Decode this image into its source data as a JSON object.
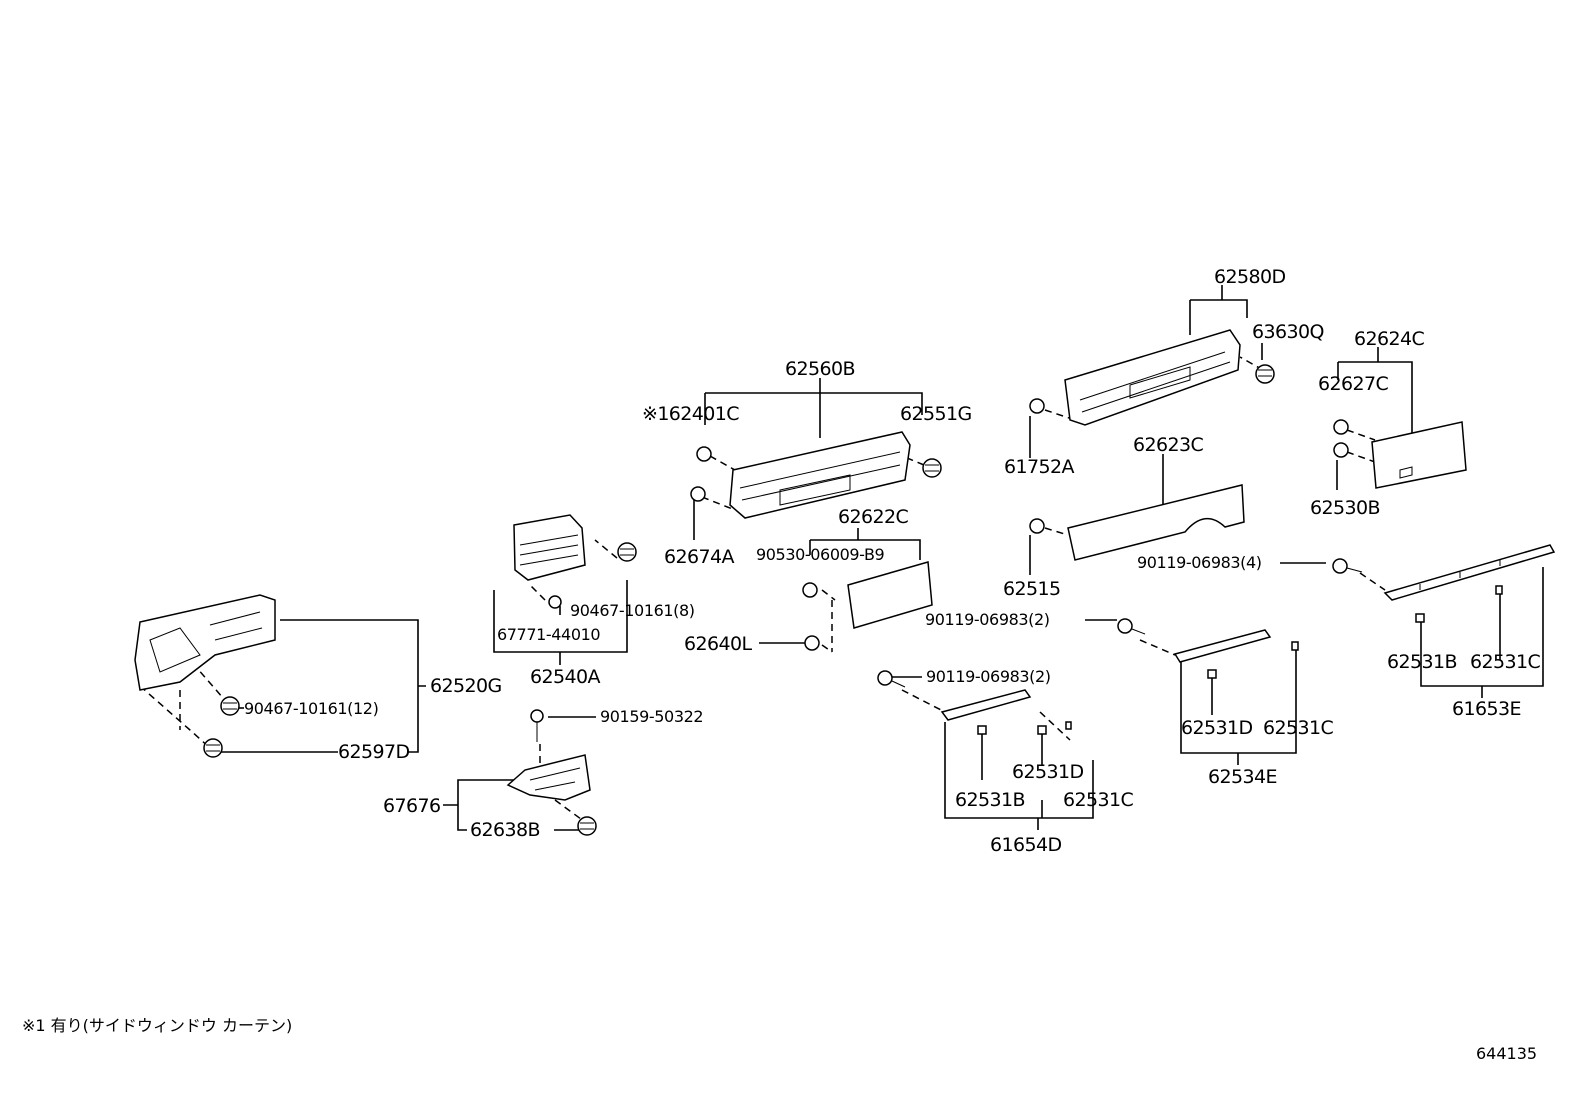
{
  "labels": {
    "p62580D": "62580D",
    "p63630Q": "63630Q",
    "p62624C": "62624C",
    "p62627C": "62627C",
    "p62560B": "62560B",
    "p62401C": "※162401C",
    "p62551G": "62551G",
    "p61752A": "61752A",
    "p62623C": "62623C",
    "p62530B": "62530B",
    "p62622C": "62622C",
    "p62674A": "62674A",
    "p90530": "90530-06009-B9",
    "p62515": "62515",
    "p90119_4": "90119-06983(4)",
    "p90119_2a": "90119-06983(2)",
    "p90467_8": "90467-10161(8)",
    "p67771": "67771-44010",
    "p62640L": "62640L",
    "p62531B_r": "62531B",
    "p62531C_r": "62531C",
    "p61653E": "61653E",
    "p62540A": "62540A",
    "p62520G": "62520G",
    "p90119_2b": "90119-06983(2)",
    "p90467_12": "90467-10161(12)",
    "p62531D_m": "62531D",
    "p62531C_m": "62531C",
    "p62534E": "62534E",
    "p90159": "90159-50322",
    "p62597D": "62597D",
    "p62531D_l": "62531D",
    "p62531B_l": "62531B",
    "p62531C_l": "62531C",
    "p67676": "67676",
    "p62638B": "62638B",
    "p61654D": "61654D"
  },
  "footnote": "※1 有り(サイドウィンドウ カーテン)",
  "diagram_id": "644135"
}
